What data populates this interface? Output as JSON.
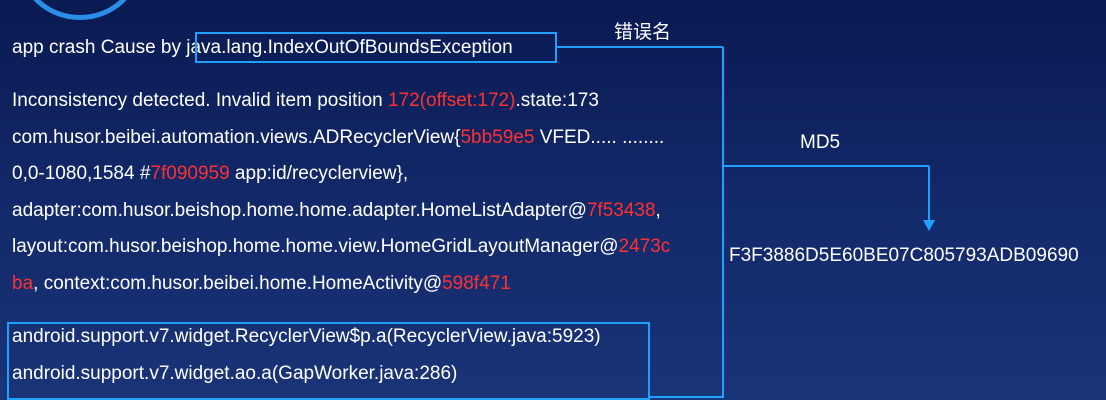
{
  "crash": {
    "prefix": "app crash Cause by ",
    "exception": "java.lang.IndexOutOfBoundsException"
  },
  "message": {
    "line1": [
      {
        "text": "Inconsistency detected. Invalid item position ",
        "color": "white"
      },
      {
        "text": "172(offset:172)",
        "color": "red"
      },
      {
        "text": ".state:173",
        "color": "white"
      }
    ],
    "line2": [
      {
        "text": "com.husor.beibei.automation.views.ADRecyclerView{",
        "color": "white"
      },
      {
        "text": "5bb59e5",
        "color": "red"
      },
      {
        "text": " VFED..... ........",
        "color": "white"
      }
    ],
    "line3": [
      {
        "text": "0,0-1080,1584 #",
        "color": "white"
      },
      {
        "text": "7f090959",
        "color": "red"
      },
      {
        "text": " app:id/recyclerview},",
        "color": "white"
      }
    ],
    "line4": [
      {
        "text": "adapter:com.husor.beishop.home.home.adapter.HomeListAdapter@",
        "color": "white"
      },
      {
        "text": "7f53438",
        "color": "red"
      },
      {
        "text": ",",
        "color": "white"
      }
    ],
    "line5": [
      {
        "text": "layout:com.husor.beishop.home.home.view.HomeGridLayoutManager@",
        "color": "white"
      },
      {
        "text": "2473c",
        "color": "red"
      }
    ],
    "line6": [
      {
        "text": "ba",
        "color": "red"
      },
      {
        "text": ", context:com.husor.beibei.home.HomeActivity@",
        "color": "white"
      },
      {
        "text": "598f471",
        "color": "red"
      }
    ]
  },
  "stack": {
    "frame1": "android.support.v7.widget.RecyclerView$p.a(RecyclerView.java:5923)",
    "frame2": "android.support.v7.widget.ao.a(GapWorker.java:286)"
  },
  "labels": {
    "error_name": "错误名",
    "md5": "MD5"
  },
  "hash": {
    "value": "F3F3886D5E60BE07C805793ADB09690"
  },
  "colors": {
    "accent": "#1ea0ff",
    "highlight": "#ff3030",
    "background": "#0f2260"
  }
}
